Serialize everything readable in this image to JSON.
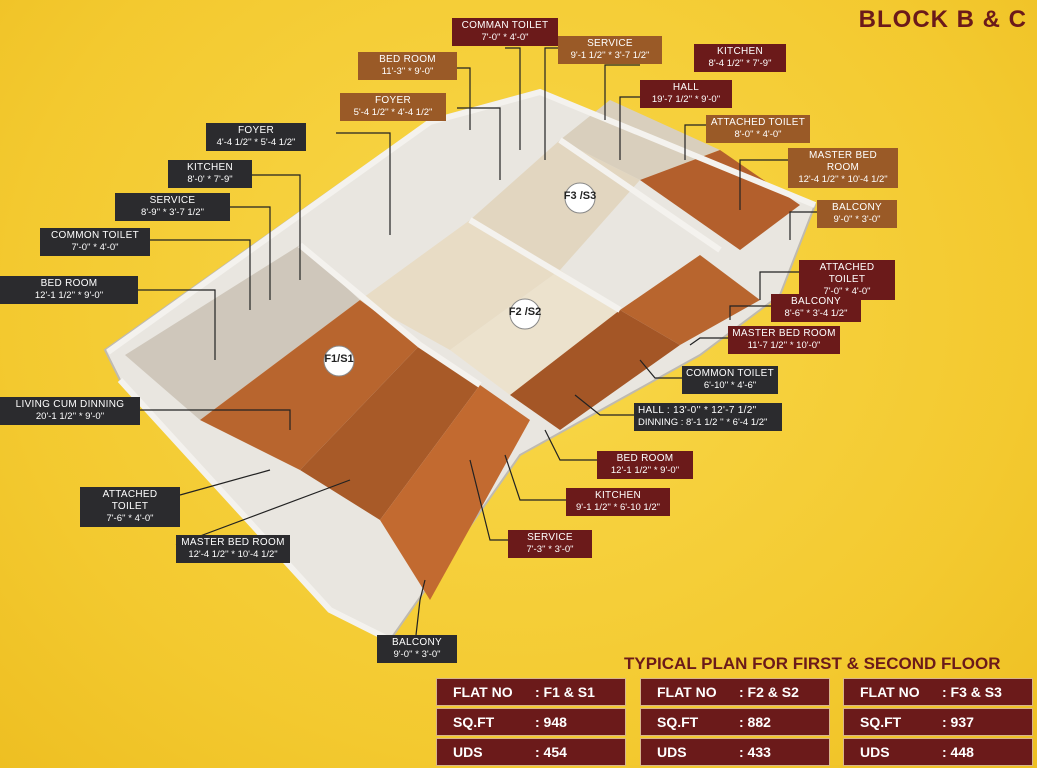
{
  "title": "BLOCK B & C",
  "subtitle": "TYPICAL PLAN FOR FIRST & SECOND FLOOR",
  "flat_markers": [
    "F1/S1",
    "F2 /S2",
    "F3 /S3"
  ],
  "rooms": {
    "comman_toilet_top": {
      "name": "COMMAN TOILET",
      "dim": "7'-0'' * 4'-0\""
    },
    "service_top": {
      "name": "SERVICE",
      "dim": "9'-1 1/2'' * 3'-7 1/2\""
    },
    "kitchen_top": {
      "name": "KITCHEN",
      "dim": "8'-4 1/2'' * 7'-9\""
    },
    "bed_room_top": {
      "name": "BED ROOM",
      "dim": "11'-3'' * 9'-0\""
    },
    "hall_top": {
      "name": "HALL",
      "dim": "19'-7 1/2'' * 9'-0\""
    },
    "foyer_top": {
      "name": "FOYER",
      "dim": "5'-4 1/2'' * 4'-4 1/2\""
    },
    "attached_toilet_top": {
      "name": "ATTACHED TOILET",
      "dim": "8'-0'' * 4'-0\""
    },
    "foyer_left": {
      "name": "FOYER",
      "dim": "4'-4 1/2'' * 5'-4 1/2\""
    },
    "master_bed_top": {
      "name": "MASTER BED ROOM",
      "dim": "12'-4 1/2'' * 10'-4 1/2\""
    },
    "kitchen_left": {
      "name": "KITCHEN",
      "dim": "8'-0' * 7'-9\""
    },
    "balcony_top": {
      "name": "BALCONY",
      "dim": "9'-0'' * 3'-0\""
    },
    "service_left": {
      "name": "SERVICE",
      "dim": "8'-9'' * 3'-7 1/2\""
    },
    "common_toilet_left": {
      "name": "COMMON TOILET",
      "dim": "7'-0'' * 4'-0\""
    },
    "attached_toilet_right": {
      "name": "ATTACHED TOILET",
      "dim": "7'-0'' * 4'-0\""
    },
    "bed_room_left": {
      "name": "BED ROOM",
      "dim": "12'-1 1/2'' * 9'-0\""
    },
    "balcony_right": {
      "name": "BALCONY",
      "dim": "8'-6'' * 3'-4 1/2\""
    },
    "master_bed_right": {
      "name": "MASTER BED ROOM",
      "dim": "11'-7 1/2'' * 10'-0\""
    },
    "common_toilet_right": {
      "name": "COMMON TOILET",
      "dim": "6'-10'' * 4'-6\""
    },
    "living_dinning": {
      "name": "LIVING CUM DINNING",
      "dim": "20'-1 1/2'' * 9'-0\""
    },
    "hall_dinning_right": {
      "name": "HALL : 13'-0'' * 12'-7 1/2\"",
      "dim": "DINNING : 8'-1 1/2 '' * 6'-4 1/2\""
    },
    "bed_room_mid": {
      "name": "BED ROOM",
      "dim": "12'-1 1/2'' * 9'-0\""
    },
    "attached_toilet_left": {
      "name": "ATTACHED TOILET",
      "dim": "7'-6'' * 4'-0\""
    },
    "kitchen_mid": {
      "name": "KITCHEN",
      "dim": "9'-1 1/2'' * 6'-10 1/2\""
    },
    "master_bed_left": {
      "name": "MASTER BED ROOM",
      "dim": "12'-4 1/2'' * 10'-4 1/2\""
    },
    "service_mid": {
      "name": "SERVICE",
      "dim": "7'-3'' * 3'-0\""
    },
    "balcony_bottom": {
      "name": "BALCONY",
      "dim": "9'-0'' * 3'-0\""
    }
  },
  "flats": [
    {
      "flat_label": "FLAT NO",
      "flat_no": ":  F1 & S1",
      "sqft_label": "SQ.FT",
      "sqft": ":  948",
      "uds_label": "UDS",
      "uds": ":  454"
    },
    {
      "flat_label": "FLAT NO",
      "flat_no": ":  F2 & S2",
      "sqft_label": "SQ.FT",
      "sqft": ":  882",
      "uds_label": "UDS",
      "uds": ":  433"
    },
    {
      "flat_label": "FLAT NO",
      "flat_no": ":  F3 & S3",
      "sqft_label": "SQ.FT",
      "sqft": ":  937",
      "uds_label": "UDS",
      "uds": ":  448"
    }
  ],
  "colors": {
    "background": "#f6cf3c",
    "dark_label": "#2b2b2e",
    "brown_label": "#9a5a27",
    "maroon": "#6b1a1a"
  }
}
